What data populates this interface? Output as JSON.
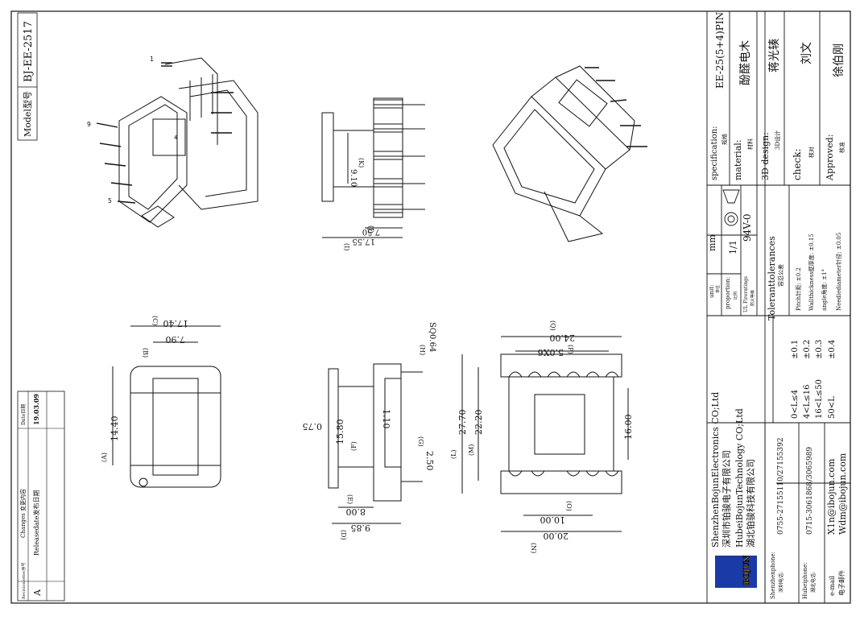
{
  "model": {
    "label": "Model型号",
    "value": "BJ-EE-2517"
  },
  "changes": {
    "headers": [
      "Revisionletter序号",
      "Changes 变更内容",
      "Date日期"
    ],
    "rows": [
      [
        "A",
        "Releasedate发布日期",
        "19.03.09"
      ]
    ]
  },
  "dims": {
    "left": [
      {
        "id": "A",
        "value": "14.40"
      },
      {
        "id": "B",
        "value": "7.90"
      },
      {
        "id": "C",
        "value": "17.40"
      }
    ],
    "top_mid": [
      {
        "id": "I",
        "value": "17.55"
      },
      {
        "id": "J",
        "value": "7.50"
      },
      {
        "id": "K",
        "value": "9.10"
      }
    ],
    "side": [
      {
        "id": "D",
        "value": "9.85"
      },
      {
        "id": "E",
        "value": "8.00"
      },
      {
        "id": "F",
        "value": "15.80"
      },
      {
        "id": "G",
        "value": "2.50"
      },
      {
        "id": "H",
        "value": "SQ0.64"
      },
      {
        "t": "1.10"
      },
      {
        "t": "0.75"
      }
    ],
    "bottom": [
      {
        "id": "L",
        "value": "27.70"
      },
      {
        "id": "M",
        "value": "22.20"
      },
      {
        "id": "N",
        "value": "20.00"
      },
      {
        "id": "O",
        "value": "10.00"
      },
      {
        "id": "P",
        "value": "5.0X6"
      },
      {
        "id": "Q",
        "value": "24.00"
      },
      {
        "t": "16.00"
      }
    ]
  },
  "pins": {
    "p1": "1",
    "p4": "4",
    "p5": "5",
    "p9": "9"
  },
  "title_block": {
    "spec_label": "specification:",
    "spec_cn": "规格",
    "spec_value": "EE-25(5+4)PIN",
    "material_label": "material:",
    "material_cn": "材料",
    "material_value": "酚醛电木",
    "design_label": "3D design:",
    "design_cn": "3D设计",
    "design_value": "蒋光辏",
    "check_label": "check:",
    "check_cn": "核对",
    "check_value": "刘文",
    "approved_label": "Approved:",
    "approved_cn": "核准",
    "approved_value": "徐伯刚",
    "unit_label": "unit:",
    "unit_cn": "单位",
    "unit_value": "mm",
    "proportion_label": "proportion:",
    "proportion_cn": "比例",
    "proportion_value": "1/1",
    "fire_label": "UL Fireratings",
    "fire_cn": "防火等级",
    "fire_value": "94V-0",
    "tol_title": "Toleranttolerances",
    "tol_cn": "容忍公差",
    "tol_rows": [
      [
        "0<L≤4",
        "±0.1"
      ],
      [
        "4<L≤16",
        "±0.2"
      ],
      [
        "16<L≤50",
        "±0.3"
      ],
      [
        "50<L",
        "±0.4"
      ]
    ],
    "tol_notes": [
      "Pitch针距: ±0.2",
      "Wallthickness壁厚度: ±0.15",
      "angle角度: ±1°",
      "Needlediameter针径: ±0.05"
    ],
    "company": [
      "ShenzhenBojunElectronics CO;Ltd",
      "深圳市铂骏电子有限公司",
      "HubeiBojunTechnology CO;Ltd",
      "湖北铂骏科技有限公司"
    ],
    "logo": "BOJUN",
    "phones": [
      {
        "label": "Shenzhenphone:",
        "cn": "深圳电话:",
        "value": "0755-27155110/27155392"
      },
      {
        "label": "Hubeiphone:",
        "cn": "湖北电话:",
        "value": "0715-3061868/3065989"
      },
      {
        "label": "e-mail",
        "cn": "电子邮件",
        "value": "X1n@ibojun.com",
        "value2": "Wdm@ibojun.com"
      }
    ]
  }
}
